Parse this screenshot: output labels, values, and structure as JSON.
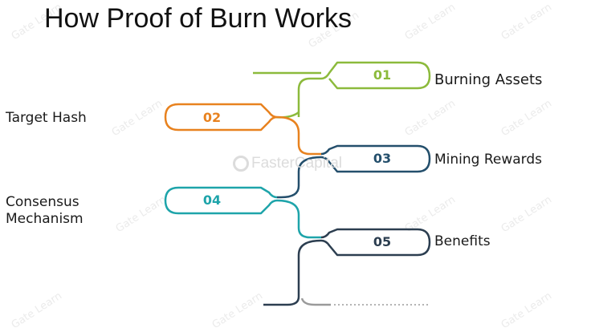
{
  "title": "How Proof of Burn Works",
  "steps": [
    {
      "number": "01",
      "label": "Burning Assets",
      "color": "#8cba3c"
    },
    {
      "number": "02",
      "label": "Target Hash",
      "color": "#e8821f"
    },
    {
      "number": "03",
      "label": "Mining Rewards",
      "color": "#244f6c"
    },
    {
      "number": "04",
      "label": "Consensus\nMechanism",
      "color": "#1ea4aa"
    },
    {
      "number": "05",
      "label": "Benefits",
      "color": "#2c3e50"
    }
  ],
  "watermark_text": "Gate Learn",
  "center_watermark": "FasterCapital"
}
